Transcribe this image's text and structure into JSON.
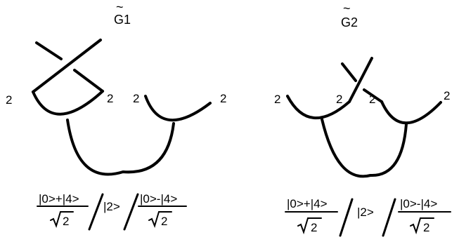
{
  "diagrams": [
    {
      "title": "G1",
      "tilde": "~",
      "labels": [
        "2",
        "2",
        "2",
        "2"
      ],
      "formula": {
        "left_num": "|0>+|4>",
        "left_den": "2",
        "middle": "|2>",
        "right_num": "|0>-|4>",
        "right_den": "2"
      }
    },
    {
      "title": "G2",
      "tilde": "~",
      "labels": [
        "2",
        "2",
        "2",
        "2"
      ],
      "formula": {
        "left_num": "|0>+|4>",
        "left_den": "2",
        "middle": "|2>",
        "right_num": "|0>-|4>",
        "right_den": "2"
      }
    }
  ]
}
